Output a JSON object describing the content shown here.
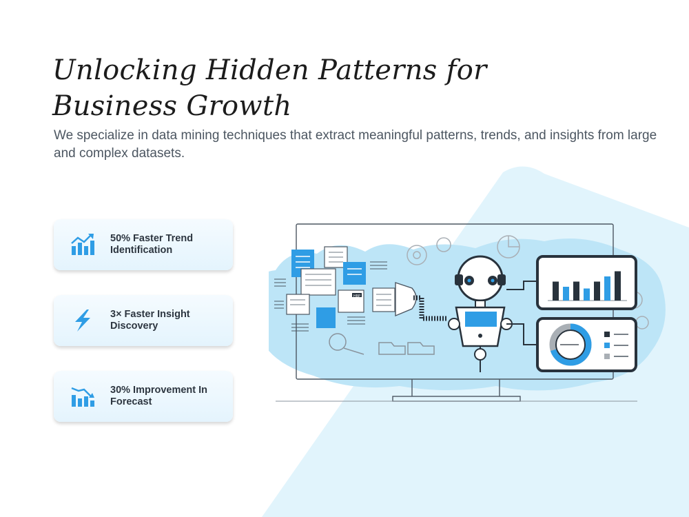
{
  "hero": {
    "title_line1": "Unlocking Hidden Patterns for",
    "title_line2": "Business Growth",
    "subtitle": "We specialize in data mining techniques that extract meaningful patterns, trends, and insights from large and complex datasets."
  },
  "stats": [
    {
      "label": "50%  Faster Trend Identification",
      "icon": "trend-bar-chart-icon"
    },
    {
      "label": "3× Faster Insight Discovery",
      "icon": "lightning-icon"
    },
    {
      "label": "30% Improvement In Forecast",
      "icon": "forecast-bar-chart-icon"
    }
  ],
  "illustration": {
    "doc_label": "HBP",
    "bar_levels": [
      0.55,
      0.4,
      0.55,
      0.35,
      0.55,
      0.7,
      0.85
    ],
    "donut_fraction": 0.7
  },
  "colors": {
    "accent_blue": "#2f9de5",
    "light_blue": "#bde5f7",
    "bg_blue": "#e1f4fc",
    "dark_navy": "#28323c",
    "gray_bar": "#a9afb5"
  }
}
